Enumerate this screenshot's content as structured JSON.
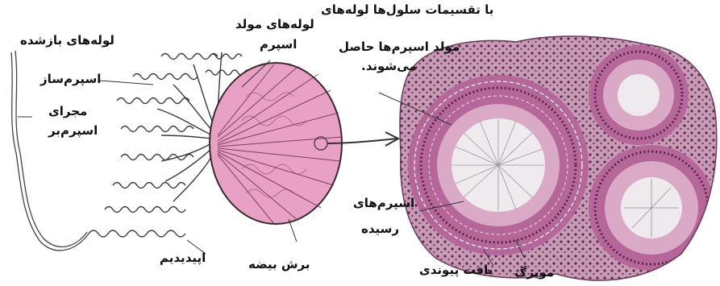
{
  "labels": {
    "efferent_ducts": "لوله‌های بازشده",
    "seminiferous_line1": "اسپرم‌ساز",
    "vas_deferens_line1": "مجرای",
    "vas_deferens_line2": "اسپرم‌بر",
    "spermatogenic_tubules_line1": "لوله‌های مولد",
    "spermatogenic_tubules_line2": "اسپرم",
    "division_note_line1": "با تقسیمات سلول‌ها لوله‌های",
    "division_note_line2": "مولد اسپرم‌ها حاصل",
    "division_note_line3": "می‌شوند.",
    "epididymis": "اپیدیدیم",
    "testis_section": "برش بیضه",
    "mature_sperm_line1": "اسپرم‌های",
    "mature_sperm_line2": "رسیده",
    "connective_tissue": "بافت پیوندی",
    "capillary": "مویرگ"
  },
  "colors": {
    "testis_fill": "#e8a0c4",
    "testis_stroke": "#3a2a30",
    "tissue_bg": "#c9a0b8",
    "tubule_wall": "#8e4a78",
    "lumen": "#f2f2f4",
    "ink": "#333333"
  }
}
